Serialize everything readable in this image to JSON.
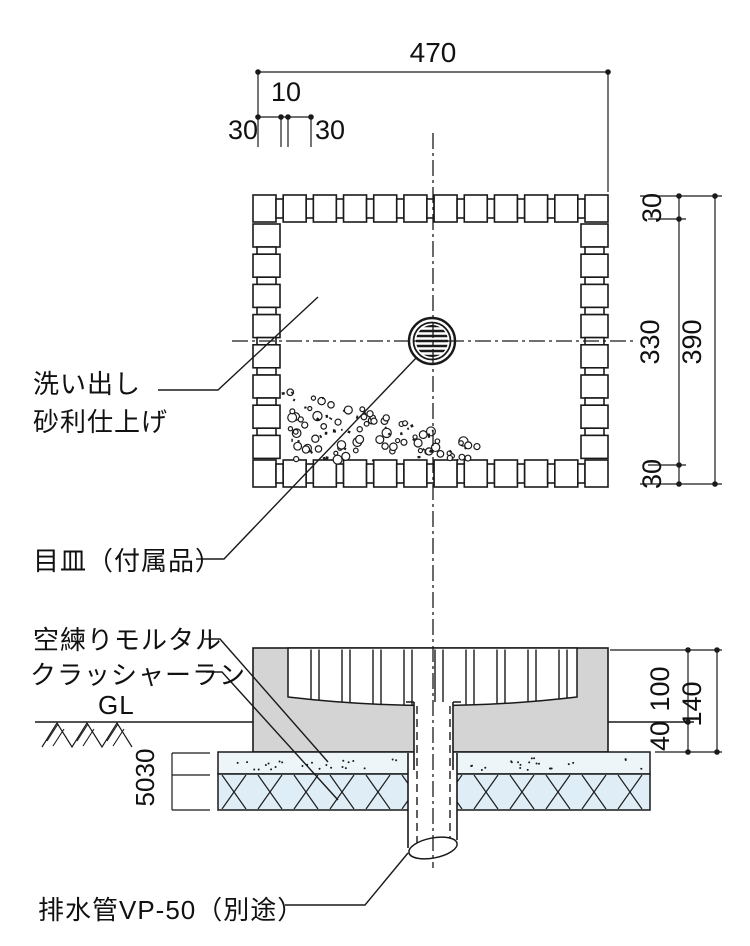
{
  "drawing": {
    "dims": {
      "total_width": "470",
      "joint_width": "10",
      "cobble_left": "30",
      "cobble_right": "30",
      "border_top": "30",
      "inner_height": "330",
      "total_height": "390",
      "border_bottom": "30",
      "basin_above_gl": "100",
      "basin_total_depth": "140",
      "basin_below_gl": "40",
      "mortar_thickness": "30",
      "crusher_thickness": "50"
    },
    "labels": {
      "washed_finish_line1": "洗い出し",
      "washed_finish_line2": "砂利仕上げ",
      "strainer": "目皿（付属品）",
      "dry_mortar": "空練りモルタル",
      "crusher_run": "クラッシャーラン",
      "ground_level": "GL",
      "drain_pipe": "排水管VP-50（別途）"
    },
    "colors": {
      "line": "#1a1a1a",
      "concrete": "#d4d4d4",
      "mortar": "#edf5f8",
      "crusher": "#dfeef6",
      "background": "#ffffff"
    }
  }
}
